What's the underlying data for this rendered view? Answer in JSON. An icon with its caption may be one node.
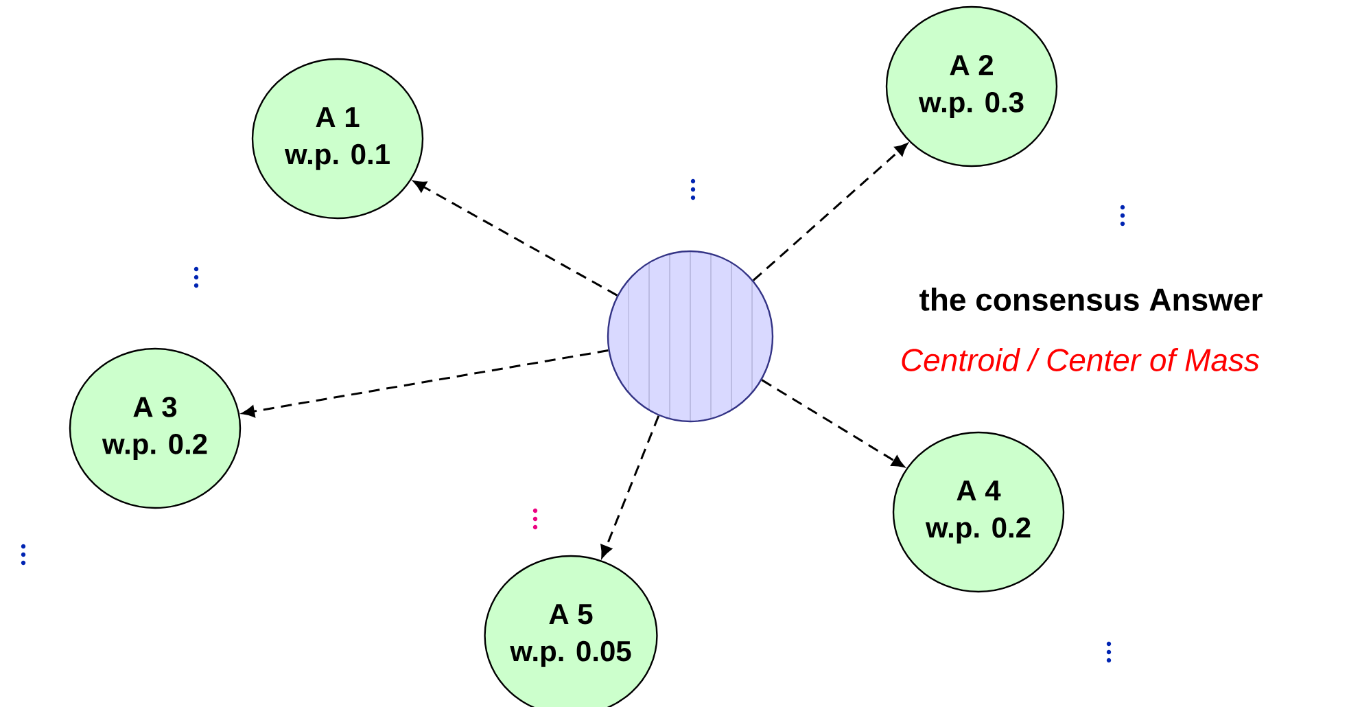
{
  "diagram": {
    "nodes": [
      {
        "text": [],
        "shape": "circle"
      },
      {
        "text": [
          "A 1",
          "w.p. 0.1"
        ]
      },
      {
        "text": [
          "A 2",
          "w.p. 0.3"
        ]
      },
      {
        "text": [
          "A 3",
          "w.p. 0.2"
        ]
      },
      {
        "text": [
          "A 4",
          "w.p. 0.2"
        ]
      },
      {
        "text": [
          "A 5",
          "w.p. 0.05"
        ]
      }
    ],
    "edges": [
      {
        "from": 0,
        "to": 1,
        "arrow": "to",
        "style": "dashed"
      },
      {
        "from": 0,
        "to": 2,
        "arrow": "to",
        "style": "dashed"
      },
      {
        "from": 0,
        "to": 3,
        "arrow": "to",
        "style": "dashed"
      },
      {
        "from": 0,
        "to": 4,
        "arrow": "to",
        "style": "dashed"
      },
      {
        "from": 0,
        "to": 5,
        "arrow": "to",
        "style": "dashed"
      }
    ],
    "labels": [
      "the consensus Answer",
      "*Centroid / Center of Mass*"
    ]
  }
}
